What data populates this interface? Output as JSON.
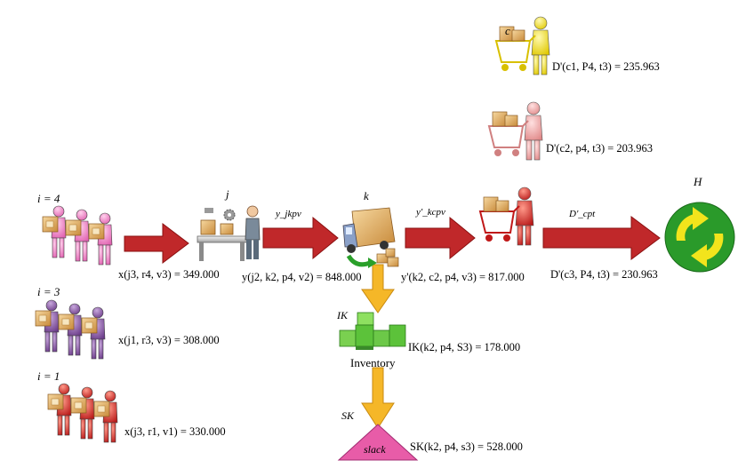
{
  "suppliers": [
    {
      "tag": "i = 4",
      "flow": "x(j3, r4, v3) = 349.000",
      "color": "#f08cc8"
    },
    {
      "tag": "i = 3",
      "flow": "x(j1, r3, v3) = 308.000",
      "color": "#8c5aa5"
    },
    {
      "tag": "i = 1",
      "flow": "x(j3, r1, v1) = 330.000",
      "color": "#d72828"
    }
  ],
  "plant": {
    "tag": "j",
    "flow_label": "y_jkpv",
    "flow": "y(j2, k2, p4, v2) = 848.000"
  },
  "distribution": {
    "tag": "k",
    "flow_label": "y'_kcpv",
    "flow": "y'(k2, c2, p4, v3) = 817.000"
  },
  "customers": [
    {
      "tag": "c",
      "demand": "D'(c1, P4, t3) = 235.963",
      "color": "#f5e632"
    },
    {
      "tag": "",
      "demand": "D'(c2, p4, t3) = 203.963",
      "color": "#f0a0a0"
    },
    {
      "tag": "",
      "demand": "D'(c3, P4, t3) = 230.963",
      "color": "#e01e1e"
    }
  ],
  "recovery": {
    "tag": "H",
    "flow_label": "D'_cpt"
  },
  "inventory": {
    "tag": "IK",
    "caption": "Inventory",
    "value": "IK(k2, p4, S3) = 178.000"
  },
  "slack": {
    "tag": "SK",
    "caption": "slack",
    "value": "SK(k2, p4, s3) = 528.000"
  },
  "colors": {
    "arrow": "#c0282a",
    "down_arrow": "#f5b728",
    "inventory": "#5cc23a",
    "slack": "#e85ca8",
    "recycle_green": "#2a9a2a",
    "recycle_yellow": "#f2e41c"
  }
}
